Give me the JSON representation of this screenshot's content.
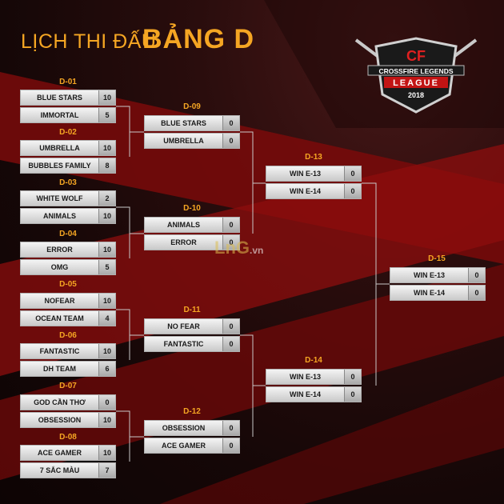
{
  "header": {
    "title": "LỊCH THI ĐẤU",
    "group": "BẢNG D"
  },
  "logo": {
    "line1": "CROSSFIRE LEGENDS",
    "line2": "LEAGUE",
    "year": "2018"
  },
  "watermark": {
    "text": "LnG",
    "suffix": ".vn"
  },
  "colors": {
    "accent": "#f5a623",
    "red": "#8b0d0d",
    "box": "#d9d9d9"
  },
  "matches": {
    "d01": {
      "label": "D-01",
      "team1": "BLUE STARS",
      "score1": "10",
      "team2": "IMMORTAL",
      "score2": "5"
    },
    "d02": {
      "label": "D-02",
      "team1": "UMBRELLA",
      "score1": "10",
      "team2": "BUBBLES FAMILY",
      "score2": "8"
    },
    "d03": {
      "label": "D-03",
      "team1": "WHITE WOLF",
      "score1": "2",
      "team2": "ANIMALS",
      "score2": "10"
    },
    "d04": {
      "label": "D-04",
      "team1": "ERROR",
      "score1": "10",
      "team2": "OMG",
      "score2": "5"
    },
    "d05": {
      "label": "D-05",
      "team1": "NOFEAR",
      "score1": "10",
      "team2": "OCEAN TEAM",
      "score2": "4"
    },
    "d06": {
      "label": "D-06",
      "team1": "FANTASTIC",
      "score1": "10",
      "team2": "DH TEAM",
      "score2": "6"
    },
    "d07": {
      "label": "D-07",
      "team1": "GOD CẦN THƠ",
      "score1": "0",
      "team2": "OBSESSION",
      "score2": "10"
    },
    "d08": {
      "label": "D-08",
      "team1": "ACE GAMER",
      "score1": "10",
      "team2": "7 SẮC MÀU",
      "score2": "7"
    },
    "d09": {
      "label": "D-09",
      "team1": "BLUE STARS",
      "score1": "0",
      "team2": "UMBRELLA",
      "score2": "0"
    },
    "d10": {
      "label": "D-10",
      "team1": "ANIMALS",
      "score1": "0",
      "team2": "ERROR",
      "score2": "0"
    },
    "d11": {
      "label": "D-11",
      "team1": "NO FEAR",
      "score1": "0",
      "team2": "FANTASTIC",
      "score2": "0"
    },
    "d12": {
      "label": "D-12",
      "team1": "OBSESSION",
      "score1": "0",
      "team2": "ACE GAMER",
      "score2": "0"
    },
    "d13": {
      "label": "D-13",
      "team1": "WIN E-13",
      "score1": "0",
      "team2": "WIN E-14",
      "score2": "0"
    },
    "d14": {
      "label": "D-14",
      "team1": "WIN E-13",
      "score1": "0",
      "team2": "WIN E-14",
      "score2": "0"
    },
    "d15": {
      "label": "D-15",
      "team1": "WIN E-13",
      "score1": "0",
      "team2": "WIN E-14",
      "score2": "0"
    }
  }
}
